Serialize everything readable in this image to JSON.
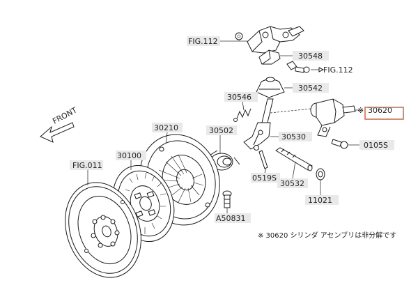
{
  "direction": {
    "front": "FRONT"
  },
  "refs": {
    "fig112_top": "FIG.112",
    "fig112_right": "FIG.112",
    "fig011": "FIG.011"
  },
  "parts": {
    "p30548": "30548",
    "p30542": "30542",
    "p30546": "30546",
    "p30620": "30620",
    "p30620_mark": "※",
    "p30210": "30210",
    "p30502": "30502",
    "p30530": "30530",
    "p0105s": "0105S",
    "p30100": "30100",
    "p0519s": "0519S",
    "p30532": "30532",
    "p11021": "11021",
    "pA50831": "A50831"
  },
  "highlight_color": "#e8663c",
  "footnote": "※ 30620 シリンダ アセンブリは非分解です"
}
